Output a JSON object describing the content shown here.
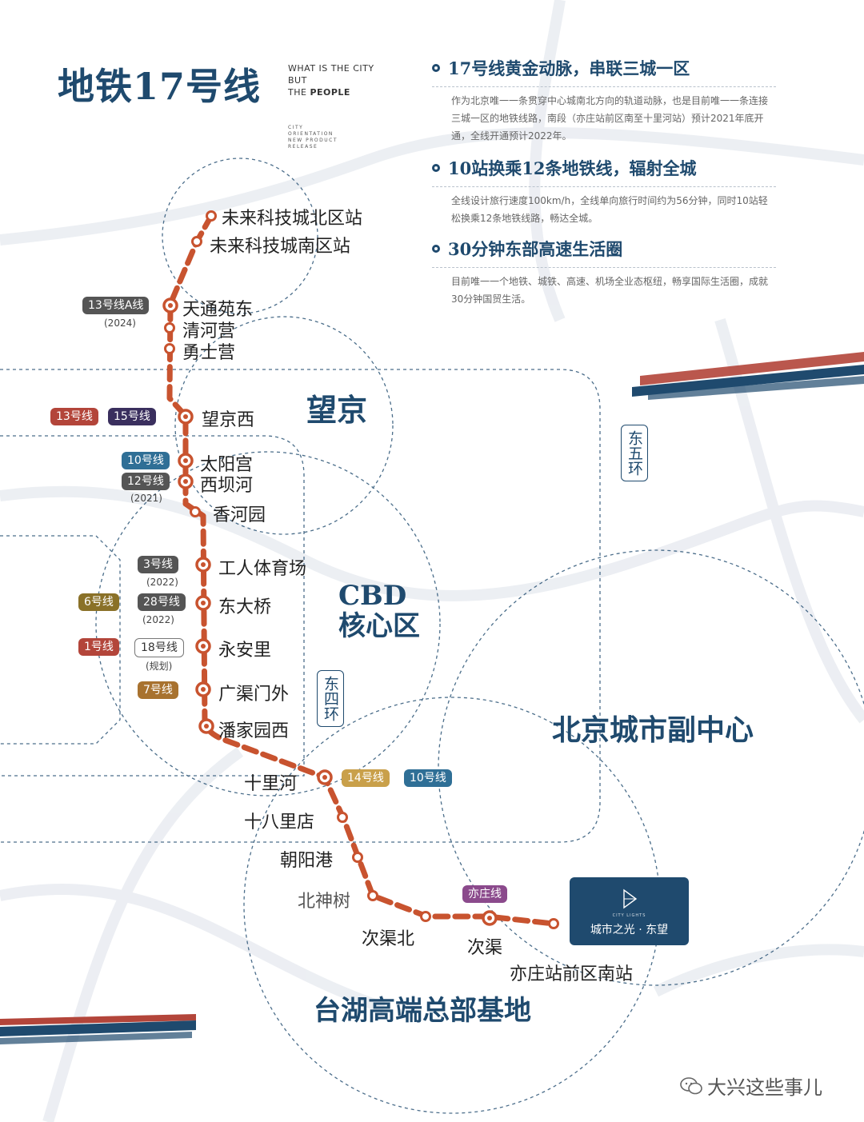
{
  "header": {
    "title": "地铁17号线",
    "tagline_lines": [
      "WHAT IS THE CITY",
      "BUT"
    ],
    "tagline_prefix": "THE ",
    "tagline_bold": "PEOPLE",
    "tagline_small": [
      "CITY",
      "ORIENTATION",
      "NEW PRODUCT",
      "RELEASE"
    ]
  },
  "features": [
    {
      "title": "17号线黄金动脉，串联三城一区",
      "body": "作为北京唯一一条贯穿中心城南北方向的轨道动脉，也是目前唯一一条连接三城一区的地铁线路，南段（亦庄站前区南至十里河站）预计2021年底开通，全线开通预计2022年。"
    },
    {
      "title": "10站换乘12条地铁线，辐射全城",
      "body": "全线设计旅行速度100km/h，全线单向旅行时间约为56分钟，同时10站轻松换乘12条地铁线路，畅达全城。"
    },
    {
      "title": "30分钟东部高速生活圈",
      "body": "目前唯一一个地铁、城铁、高速、机场全业态枢纽，畅享国际生活圈，成就30分钟国贸生活。"
    }
  ],
  "stations": [
    {
      "name": "未来科技城北区站"
    },
    {
      "name": "未来科技城南区站"
    },
    {
      "name": "天通苑东"
    },
    {
      "name": "清河营"
    },
    {
      "name": "勇士营"
    },
    {
      "name": "望京西"
    },
    {
      "name": "太阳宫"
    },
    {
      "name": "西坝河"
    },
    {
      "name": "香河园"
    },
    {
      "name": "工人体育场"
    },
    {
      "name": "东大桥"
    },
    {
      "name": "永安里"
    },
    {
      "name": "广渠门外"
    },
    {
      "name": "潘家园西"
    },
    {
      "name": "十里河"
    },
    {
      "name": "十八里店"
    },
    {
      "name": "朝阳港"
    },
    {
      "name": "北神树"
    },
    {
      "name": "次渠北"
    },
    {
      "name": "次渠"
    },
    {
      "name": "亦庄站前区南站"
    }
  ],
  "transfers": [
    {
      "label": "13号线A线",
      "color": "#555555",
      "year": "(2024)"
    },
    {
      "label": "13号线",
      "color": "#b3453a"
    },
    {
      "label": "15号线",
      "color": "#3a2f5e"
    },
    {
      "label": "10号线",
      "color": "#2f6f96"
    },
    {
      "label": "12号线",
      "color": "#555555",
      "year": "(2021)"
    },
    {
      "label": "3号线",
      "color": "#555555",
      "year": "(2022)"
    },
    {
      "label": "6号线",
      "color": "#8a7128"
    },
    {
      "label": "28号线",
      "color": "#555555",
      "year": "(2022)"
    },
    {
      "label": "1号线",
      "color": "#b3453a"
    },
    {
      "label": "18号线",
      "color": "outline",
      "year": "(规划)"
    },
    {
      "label": "7号线",
      "color": "#a8722f"
    },
    {
      "label": "14号线",
      "color": "#c9a04a"
    },
    {
      "label": "10号线",
      "color": "#2f6f96"
    },
    {
      "label": "亦庄线",
      "color": "#8b4a8c"
    }
  ],
  "areas": {
    "wangjing": "望京",
    "cbd_line1": "CBD",
    "cbd_line2": "核心区",
    "subcenter": "北京城市副中心",
    "taihu": "台湖高端总部基地"
  },
  "rings": {
    "east5": "东五环",
    "east4": "东四环"
  },
  "logo": {
    "sub": "CITY LIGHTS",
    "name": "城市之光 · 东望"
  },
  "watermark": "大兴这些事儿",
  "colors": {
    "line": "#c8532f",
    "brand_navy": "#1f4a6e",
    "accent_red": "#b3453a"
  }
}
